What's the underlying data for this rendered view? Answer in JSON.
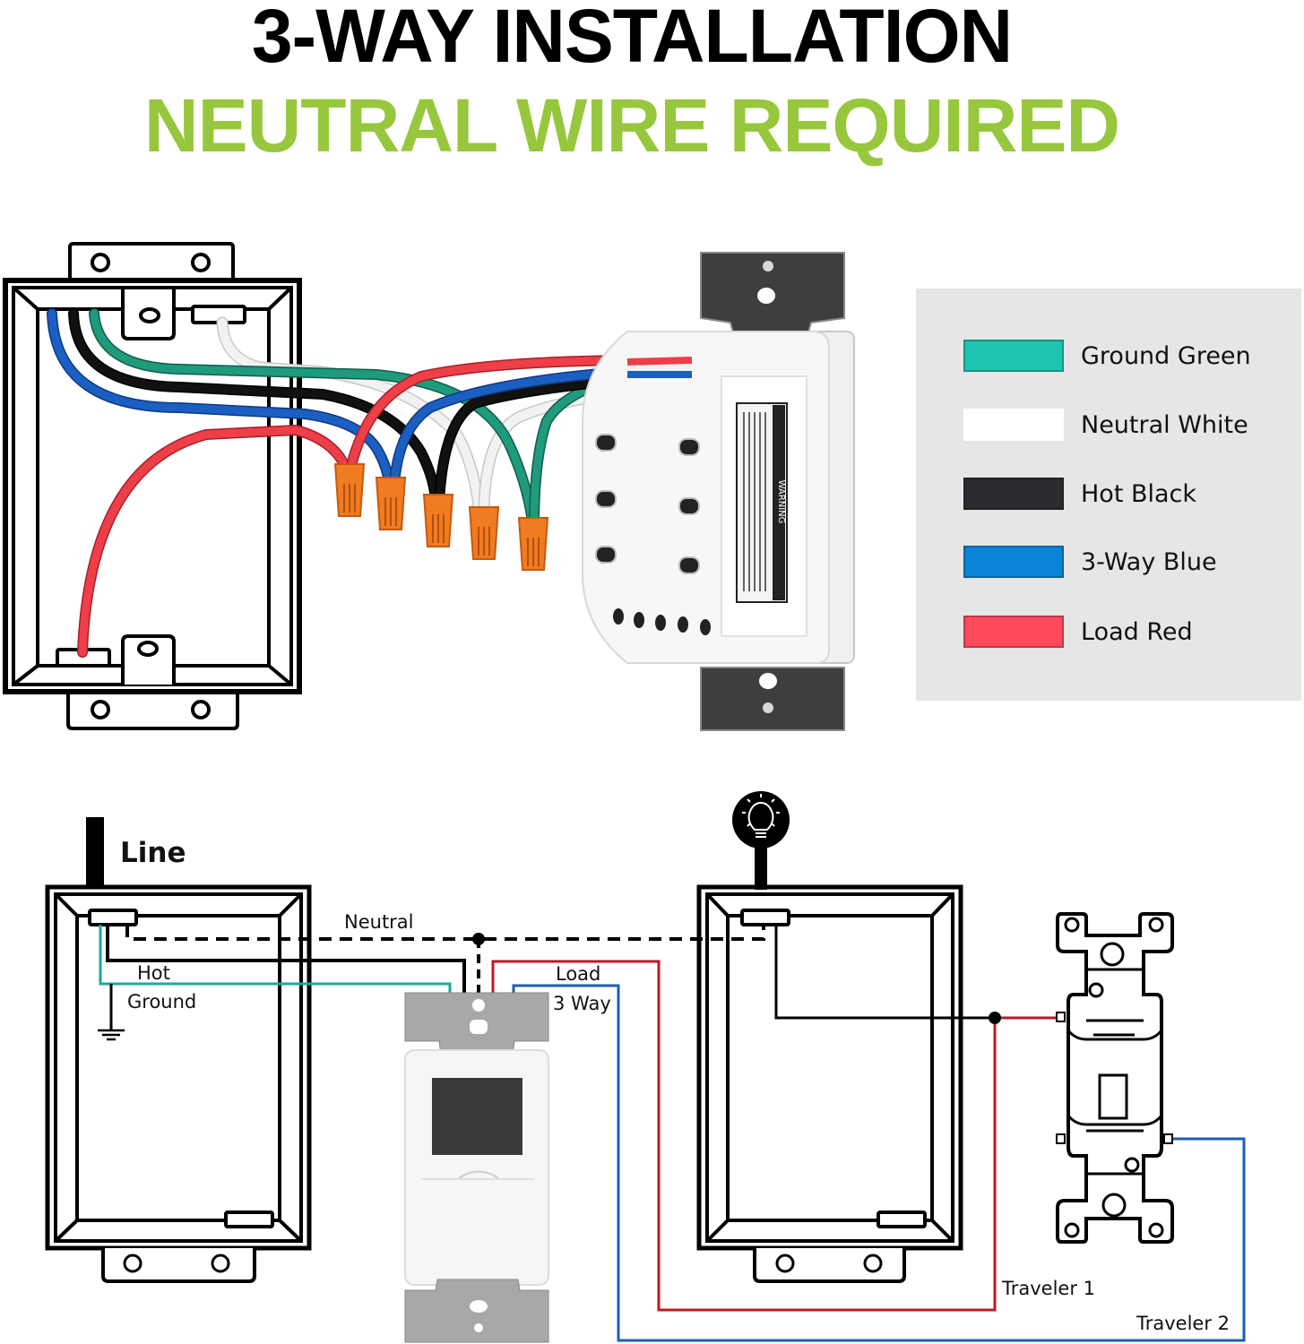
{
  "header": {
    "title": "3-WAY INSTALLATION",
    "subtitle": "NEUTRAL WIRE REQUIRED",
    "subtitle_color": "#97c73c"
  },
  "legend": {
    "items": [
      {
        "label": "Ground Green",
        "color": "#1fc4b0"
      },
      {
        "label": "Neutral White",
        "color": "#ffffff"
      },
      {
        "label": "Hot Black",
        "color": "#2b2b30"
      },
      {
        "label": "3-Way Blue",
        "color": "#0a84d6"
      },
      {
        "label": "Load Red",
        "color": "#ff4a5c"
      }
    ]
  },
  "wire_colors": {
    "ground": "#1f9a7c",
    "neutral": "#f2f2f2",
    "hot": "#111111",
    "three_way": "#1c5fc2",
    "load": "#ee3f48",
    "connector": "#f07b20"
  },
  "schematic": {
    "line_label": "Line",
    "neutral_label": "Neutral",
    "hot_label": "Hot",
    "ground_label": "Ground",
    "load_label": "Load",
    "three_way_label": "3 Way",
    "traveler1_label": "Traveler 1",
    "traveler2_label": "Traveler 2",
    "colors": {
      "ground": "#1aa89a",
      "load": "#b81c24",
      "three_way": "#1c5fb0",
      "line": "#000000"
    }
  },
  "device": {
    "warning_label": "WARNING"
  }
}
